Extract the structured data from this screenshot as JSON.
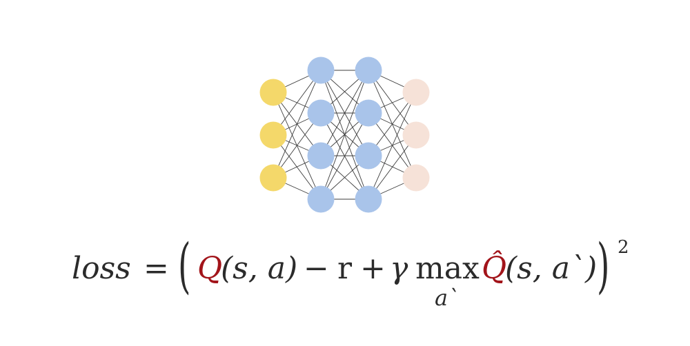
{
  "network": {
    "layers": [
      {
        "nodes": 3,
        "color": "#f4d86a"
      },
      {
        "nodes": 4,
        "color": "#a9c4ea"
      },
      {
        "nodes": 4,
        "color": "#a9c4ea"
      },
      {
        "nodes": 3,
        "color": "#f6e2d8"
      }
    ]
  },
  "formula": {
    "loss": "loss",
    "equals": "=",
    "q": "Q",
    "q_args": "(s, a)",
    "minus": "−",
    "r": "r",
    "plus": "+",
    "gamma": "γ",
    "max": "max",
    "max_sub": "a`",
    "q_hat": "Q̂",
    "q_hat_args": "(s, a`)",
    "exponent": "2",
    "accent_color": "#a2141a"
  }
}
